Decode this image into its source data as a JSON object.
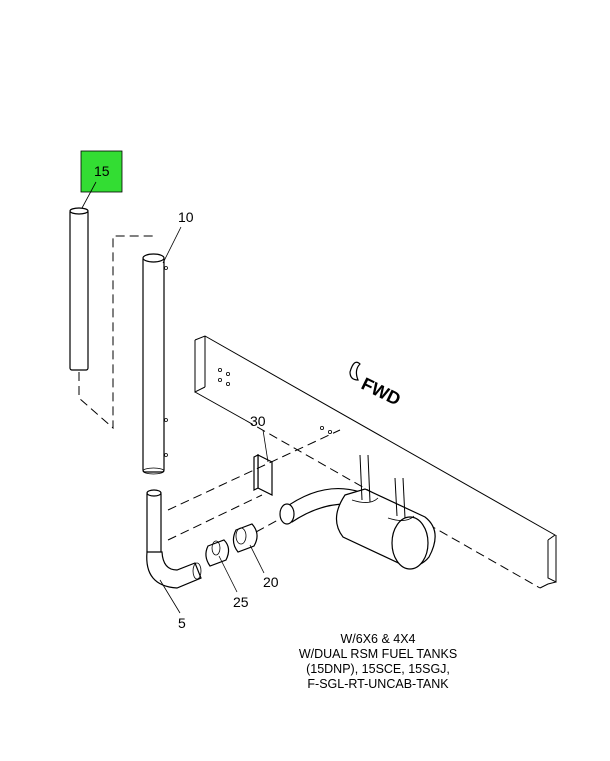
{
  "callouts": {
    "c15": "15",
    "c10": "10",
    "c30": "30",
    "c20": "20",
    "c25": "25",
    "c5": "5"
  },
  "fwd_label": "FWD",
  "note": {
    "line1": "W/6X6 & 4X4",
    "line2": "W/DUAL RSM FUEL TANKS",
    "line3": "(15DNP), 15SCE, 15SGJ,",
    "line4": "F-SGL-RT-UNCAB-TANK"
  },
  "colors": {
    "highlight": "#33dd33",
    "line": "#000000",
    "background": "#ffffff"
  }
}
